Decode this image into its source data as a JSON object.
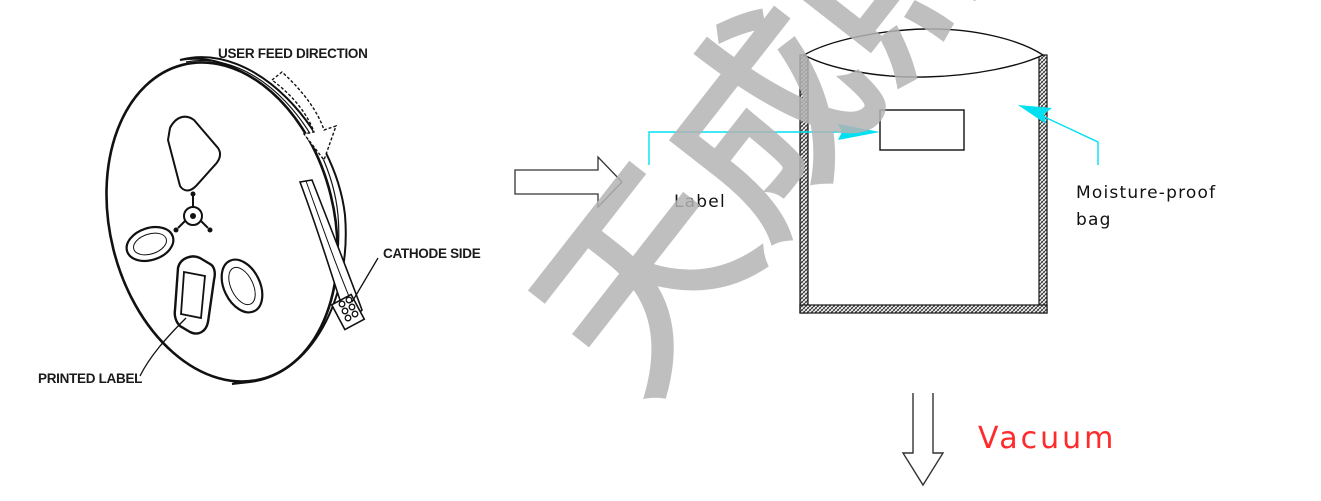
{
  "reel": {
    "feed_label": "USER FEED DIRECTION",
    "cathode_label": "CATHODE SIDE",
    "printed_label": "PRINTED LABEL"
  },
  "bag": {
    "label_callout": "Label",
    "bag_callout_line1": "Moisture-proof",
    "bag_callout_line2": "bag"
  },
  "vacuum": {
    "text": "Vacuum"
  },
  "watermark": {
    "text": "天成照"
  },
  "colors": {
    "leader_cyan": "#00e0f0",
    "vacuum_red": "#ff2a2a",
    "watermark_gray": "#b4b4b4",
    "line_black": "#111111"
  }
}
